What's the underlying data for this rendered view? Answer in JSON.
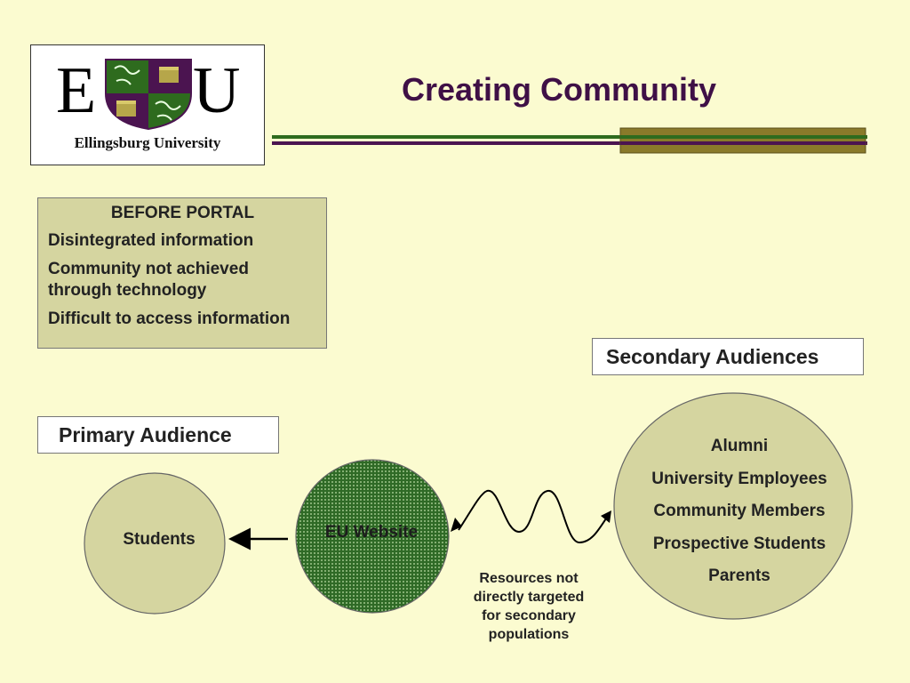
{
  "logo": {
    "letter_left": "E",
    "letter_right": "U",
    "name": "Ellingsburg University"
  },
  "title": "Creating Community",
  "before_portal": {
    "heading": "BEFORE PORTAL",
    "items": [
      "Disintegrated information",
      "Community not achieved through technology",
      "Difficult to access information"
    ]
  },
  "primary_audience": {
    "label": "Primary Audience",
    "circle": "Students"
  },
  "website": {
    "label": "EU Website"
  },
  "secondary_audiences": {
    "label": "Secondary Audiences",
    "items": [
      "Alumni",
      "University Employees",
      "Community Members",
      "Prospective Students",
      "Parents"
    ]
  },
  "resources_note": "Resources not directly targeted for secondary populations",
  "colors": {
    "background": "#fbfbd0",
    "title": "#3f1046",
    "green": "#2e6b1e",
    "purple": "#4b1450",
    "olive": "#8a7a2a",
    "panel": "#d5d5a0"
  }
}
